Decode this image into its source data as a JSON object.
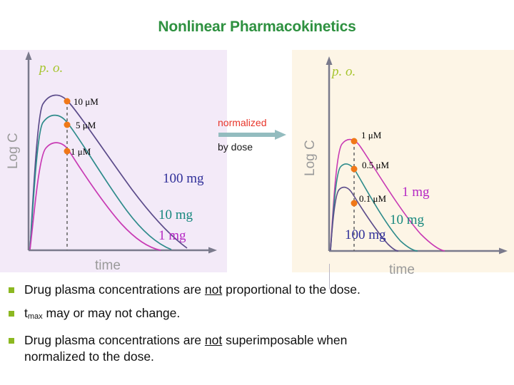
{
  "slide": {
    "title": "Nonlinear Pharmacokinetics",
    "title_color": "#2e9140",
    "background": "#ffffff"
  },
  "transition": {
    "label_top": "normalized",
    "label_top_color": "#e8352a",
    "label_bottom": "by dose",
    "label_bottom_color": "#1a1a1a",
    "arrow_icon": "right-arrow-icon",
    "arrow_color": "#93bcbf"
  },
  "panels": {
    "left": {
      "name": "raw-concentration-chart",
      "background": "#f3eaf8",
      "route_label": "p. o.",
      "route_color": "#a6c52e",
      "y_axis_label": "Log C",
      "x_axis_label": "time",
      "axis_color": "#7a7a8c",
      "marker_color": "#f07818",
      "point_labels": [
        "10 μM",
        "5 μM",
        "1 μM"
      ],
      "dose_labels": [
        "100 mg",
        "10 mg",
        "1 mg"
      ],
      "dose_colors": [
        "#2f2f99",
        "#17887e",
        "#b629c4"
      ]
    },
    "right": {
      "name": "dose-normalized-chart",
      "background": "#fdf5e6",
      "route_label": "p. o.",
      "route_color": "#a6c52e",
      "y_axis_label": "Log C",
      "x_axis_label": "time",
      "axis_color": "#7a7a8c",
      "marker_color": "#f07818",
      "point_labels": [
        "1 μM",
        "0.5 μM",
        "0.1 μM"
      ],
      "dose_labels": [
        "1 mg",
        "10 mg",
        "100 mg"
      ],
      "dose_colors": [
        "#b629c4",
        "#17887e",
        "#2f2f99"
      ]
    }
  },
  "bullets": [
    {
      "pre": "Drug plasma concentrations are ",
      "emph": "not",
      "post": " proportional to the dose."
    },
    {
      "pre": "t",
      "emph": "",
      "post": " may or may not change.",
      "subscript": "max"
    },
    {
      "pre": " Drug plasma concentrations are ",
      "emph": "not",
      "post": " superimposable when normalized to the dose."
    }
  ],
  "chart_data": [
    {
      "type": "line",
      "name": "raw-concentration-vs-time",
      "title": "p. o.",
      "xlabel": "time",
      "ylabel": "Log C",
      "grid": false,
      "legend": "inline-curve-labels",
      "annotation_line": "vertical dashed line at tmax",
      "series": [
        {
          "name": "100 mg",
          "color": "#5b4b8a",
          "cmax_label": "10 μM",
          "cmax_value": 10,
          "cmax_units": "μM",
          "x": [
            0,
            0.04,
            0.1,
            0.18,
            0.28,
            0.4,
            0.55,
            0.7,
            0.85,
            1.0
          ],
          "y": [
            0.02,
            0.55,
            0.8,
            0.87,
            0.85,
            0.76,
            0.62,
            0.47,
            0.31,
            0.15
          ]
        },
        {
          "name": "10 mg",
          "color": "#2e8b8b",
          "cmax_label": "5 μM",
          "cmax_value": 5,
          "cmax_units": "μM",
          "x": [
            0,
            0.04,
            0.1,
            0.18,
            0.28,
            0.4,
            0.55,
            0.7,
            0.85,
            1.0
          ],
          "y": [
            0.02,
            0.42,
            0.63,
            0.68,
            0.65,
            0.56,
            0.43,
            0.28,
            0.15,
            0.05
          ]
        },
        {
          "name": "1 mg",
          "color": "#c83ab4",
          "cmax_label": "1 μM",
          "cmax_value": 1,
          "cmax_units": "μM",
          "x": [
            0,
            0.05,
            0.12,
            0.2,
            0.3,
            0.42,
            0.55,
            0.7,
            0.85,
            0.95
          ],
          "y": [
            0.02,
            0.28,
            0.47,
            0.52,
            0.49,
            0.4,
            0.29,
            0.17,
            0.07,
            0.02
          ]
        }
      ]
    },
    {
      "type": "line",
      "name": "dose-normalized-concentration-vs-time",
      "title": "p. o.",
      "xlabel": "time",
      "ylabel": "Log C",
      "grid": false,
      "legend": "inline-curve-labels",
      "annotation_line": "vertical dashed line at tmax",
      "series": [
        {
          "name": "1 mg",
          "color": "#c83ab4",
          "cmax_label": "1 μM",
          "cmax_value": 1,
          "cmax_units": "μM",
          "x": [
            0,
            0.04,
            0.11,
            0.2,
            0.32,
            0.46,
            0.6,
            0.75,
            0.88,
            1.0
          ],
          "y": [
            0.02,
            0.46,
            0.72,
            0.78,
            0.72,
            0.59,
            0.44,
            0.28,
            0.13,
            0.02
          ]
        },
        {
          "name": "10 mg",
          "color": "#2e8b8b",
          "cmax_label": "0.5 μM",
          "cmax_value": 0.5,
          "cmax_units": "μM",
          "x": [
            0,
            0.04,
            0.1,
            0.18,
            0.3,
            0.42,
            0.55,
            0.68,
            0.78
          ],
          "y": [
            0.02,
            0.38,
            0.55,
            0.56,
            0.48,
            0.37,
            0.25,
            0.12,
            0.02
          ]
        },
        {
          "name": "100 mg",
          "color": "#5b4b8a",
          "cmax_label": "0.1 μM",
          "cmax_value": 0.1,
          "cmax_units": "μM",
          "x": [
            0,
            0.04,
            0.1,
            0.18,
            0.28,
            0.38,
            0.48,
            0.56
          ],
          "y": [
            0.02,
            0.25,
            0.37,
            0.36,
            0.29,
            0.2,
            0.1,
            0.02
          ]
        }
      ]
    }
  ]
}
